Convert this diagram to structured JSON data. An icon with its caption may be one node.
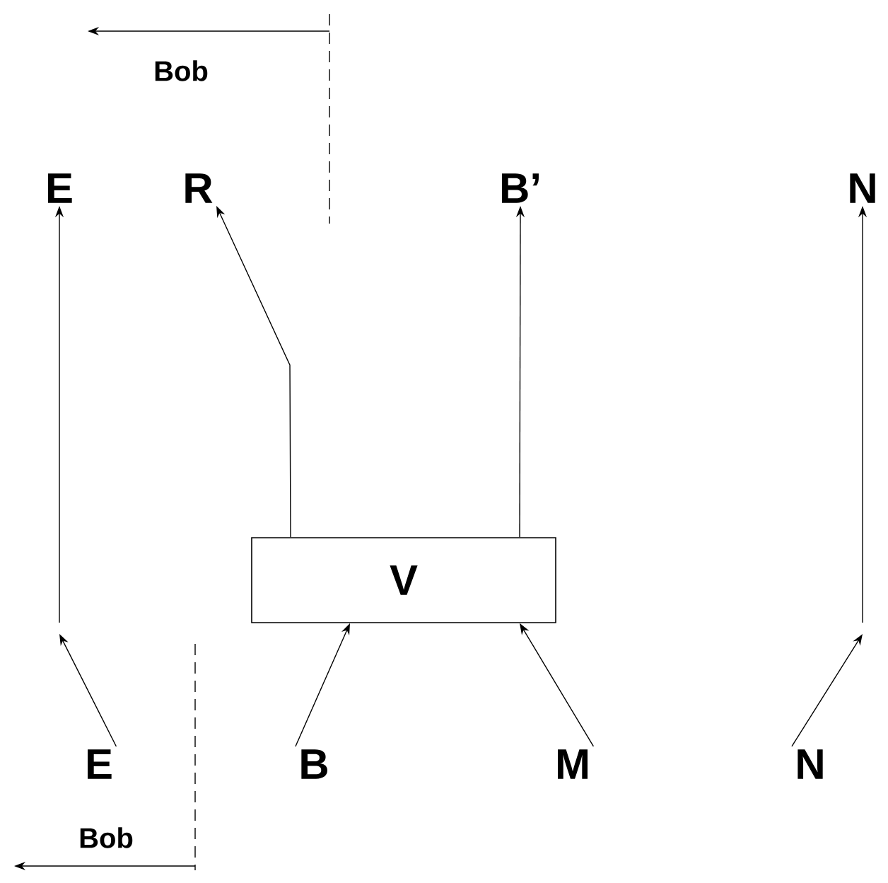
{
  "diagram": {
    "nodes": [
      {
        "text": [
          "E"
        ]
      },
      {
        "text": [
          "R"
        ]
      },
      {
        "text": [
          "B’"
        ]
      },
      {
        "text": [
          "N"
        ]
      },
      {
        "text": [
          "V"
        ]
      },
      {
        "text": [
          "E"
        ]
      },
      {
        "text": [
          "B"
        ]
      },
      {
        "text": [
          "M"
        ]
      },
      {
        "text": [
          "N"
        ]
      }
    ],
    "edges": [
      {
        "from": 5,
        "to": null,
        "arrow": "to"
      },
      {
        "from": null,
        "to": 0,
        "arrow": "to"
      },
      {
        "from": 4,
        "to": 1,
        "arrow": "to"
      },
      {
        "from": 4,
        "to": 2,
        "arrow": "to"
      },
      {
        "from": 6,
        "to": 4,
        "arrow": "to"
      },
      {
        "from": 7,
        "to": 4,
        "arrow": "to"
      },
      {
        "from": 8,
        "to": null,
        "arrow": "to"
      },
      {
        "from": null,
        "to": 3,
        "arrow": "to"
      }
    ],
    "labels": [
      "Bob",
      "Bob"
    ]
  }
}
